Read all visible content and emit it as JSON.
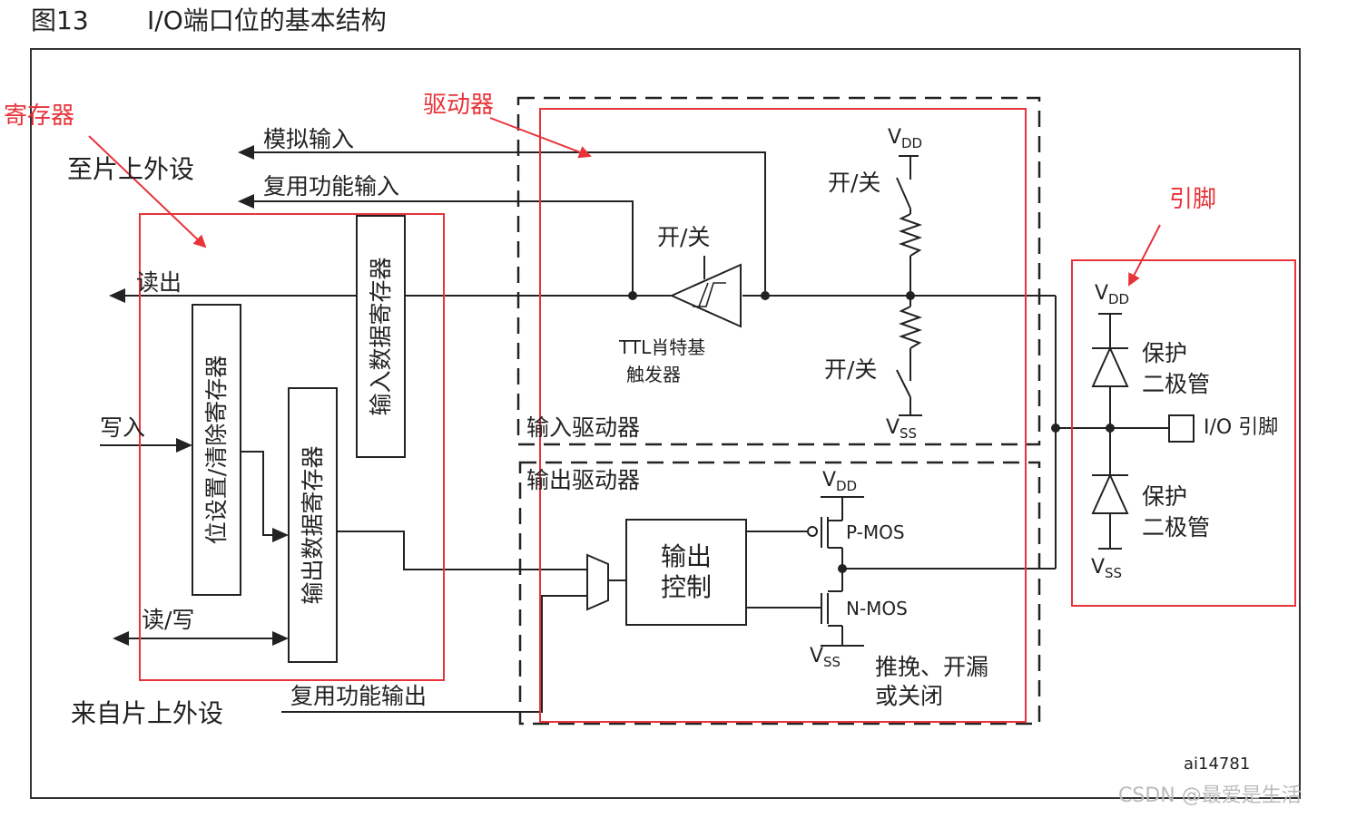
{
  "header": {
    "fig_num": "图13",
    "title": "I/O端口位的基本结构"
  },
  "annotations": {
    "registers": "寄存器",
    "driver": "驱动器",
    "pin": "引脚"
  },
  "signals": {
    "to_peripheral": "至片上外设",
    "analog_input": "模拟输入",
    "alt_func_input": "复用功能输入",
    "read_out": "读出",
    "write_in": "写入",
    "read_write": "读/写",
    "from_peripheral": "来自片上外设",
    "alt_func_output": "复用功能输出"
  },
  "registers": {
    "input_data": "输入数据寄存器",
    "bit_set_reset": "位设置/清除寄存器",
    "output_data": "输出数据寄存器"
  },
  "input_driver": {
    "label": "输入驱动器",
    "switch": "开/关",
    "schmitt_line1": "TTL肖特基",
    "schmitt_line2": "触发器",
    "pullup_switch": "开/关",
    "pulldown_switch": "开/关"
  },
  "output_driver": {
    "label": "输出驱动器",
    "control_line1": "输出",
    "control_line2": "控制",
    "pmos": "P-MOS",
    "nmos": "N-MOS",
    "mode_line1": "推挽、开漏",
    "mode_line2": "或关闭"
  },
  "pin": {
    "protect_line1": "保护",
    "protect_line2": "二极管",
    "io_pin": "I/O 引脚"
  },
  "rails": {
    "vdd": "V",
    "vdd_sub": "DD",
    "vss": "V",
    "vss_sub": "SS"
  },
  "figure_id": "ai14781",
  "watermark": "CSDN @最爱是生活",
  "colors": {
    "annotation": "#e8333a",
    "line": "#222222",
    "frame": "#333333"
  }
}
